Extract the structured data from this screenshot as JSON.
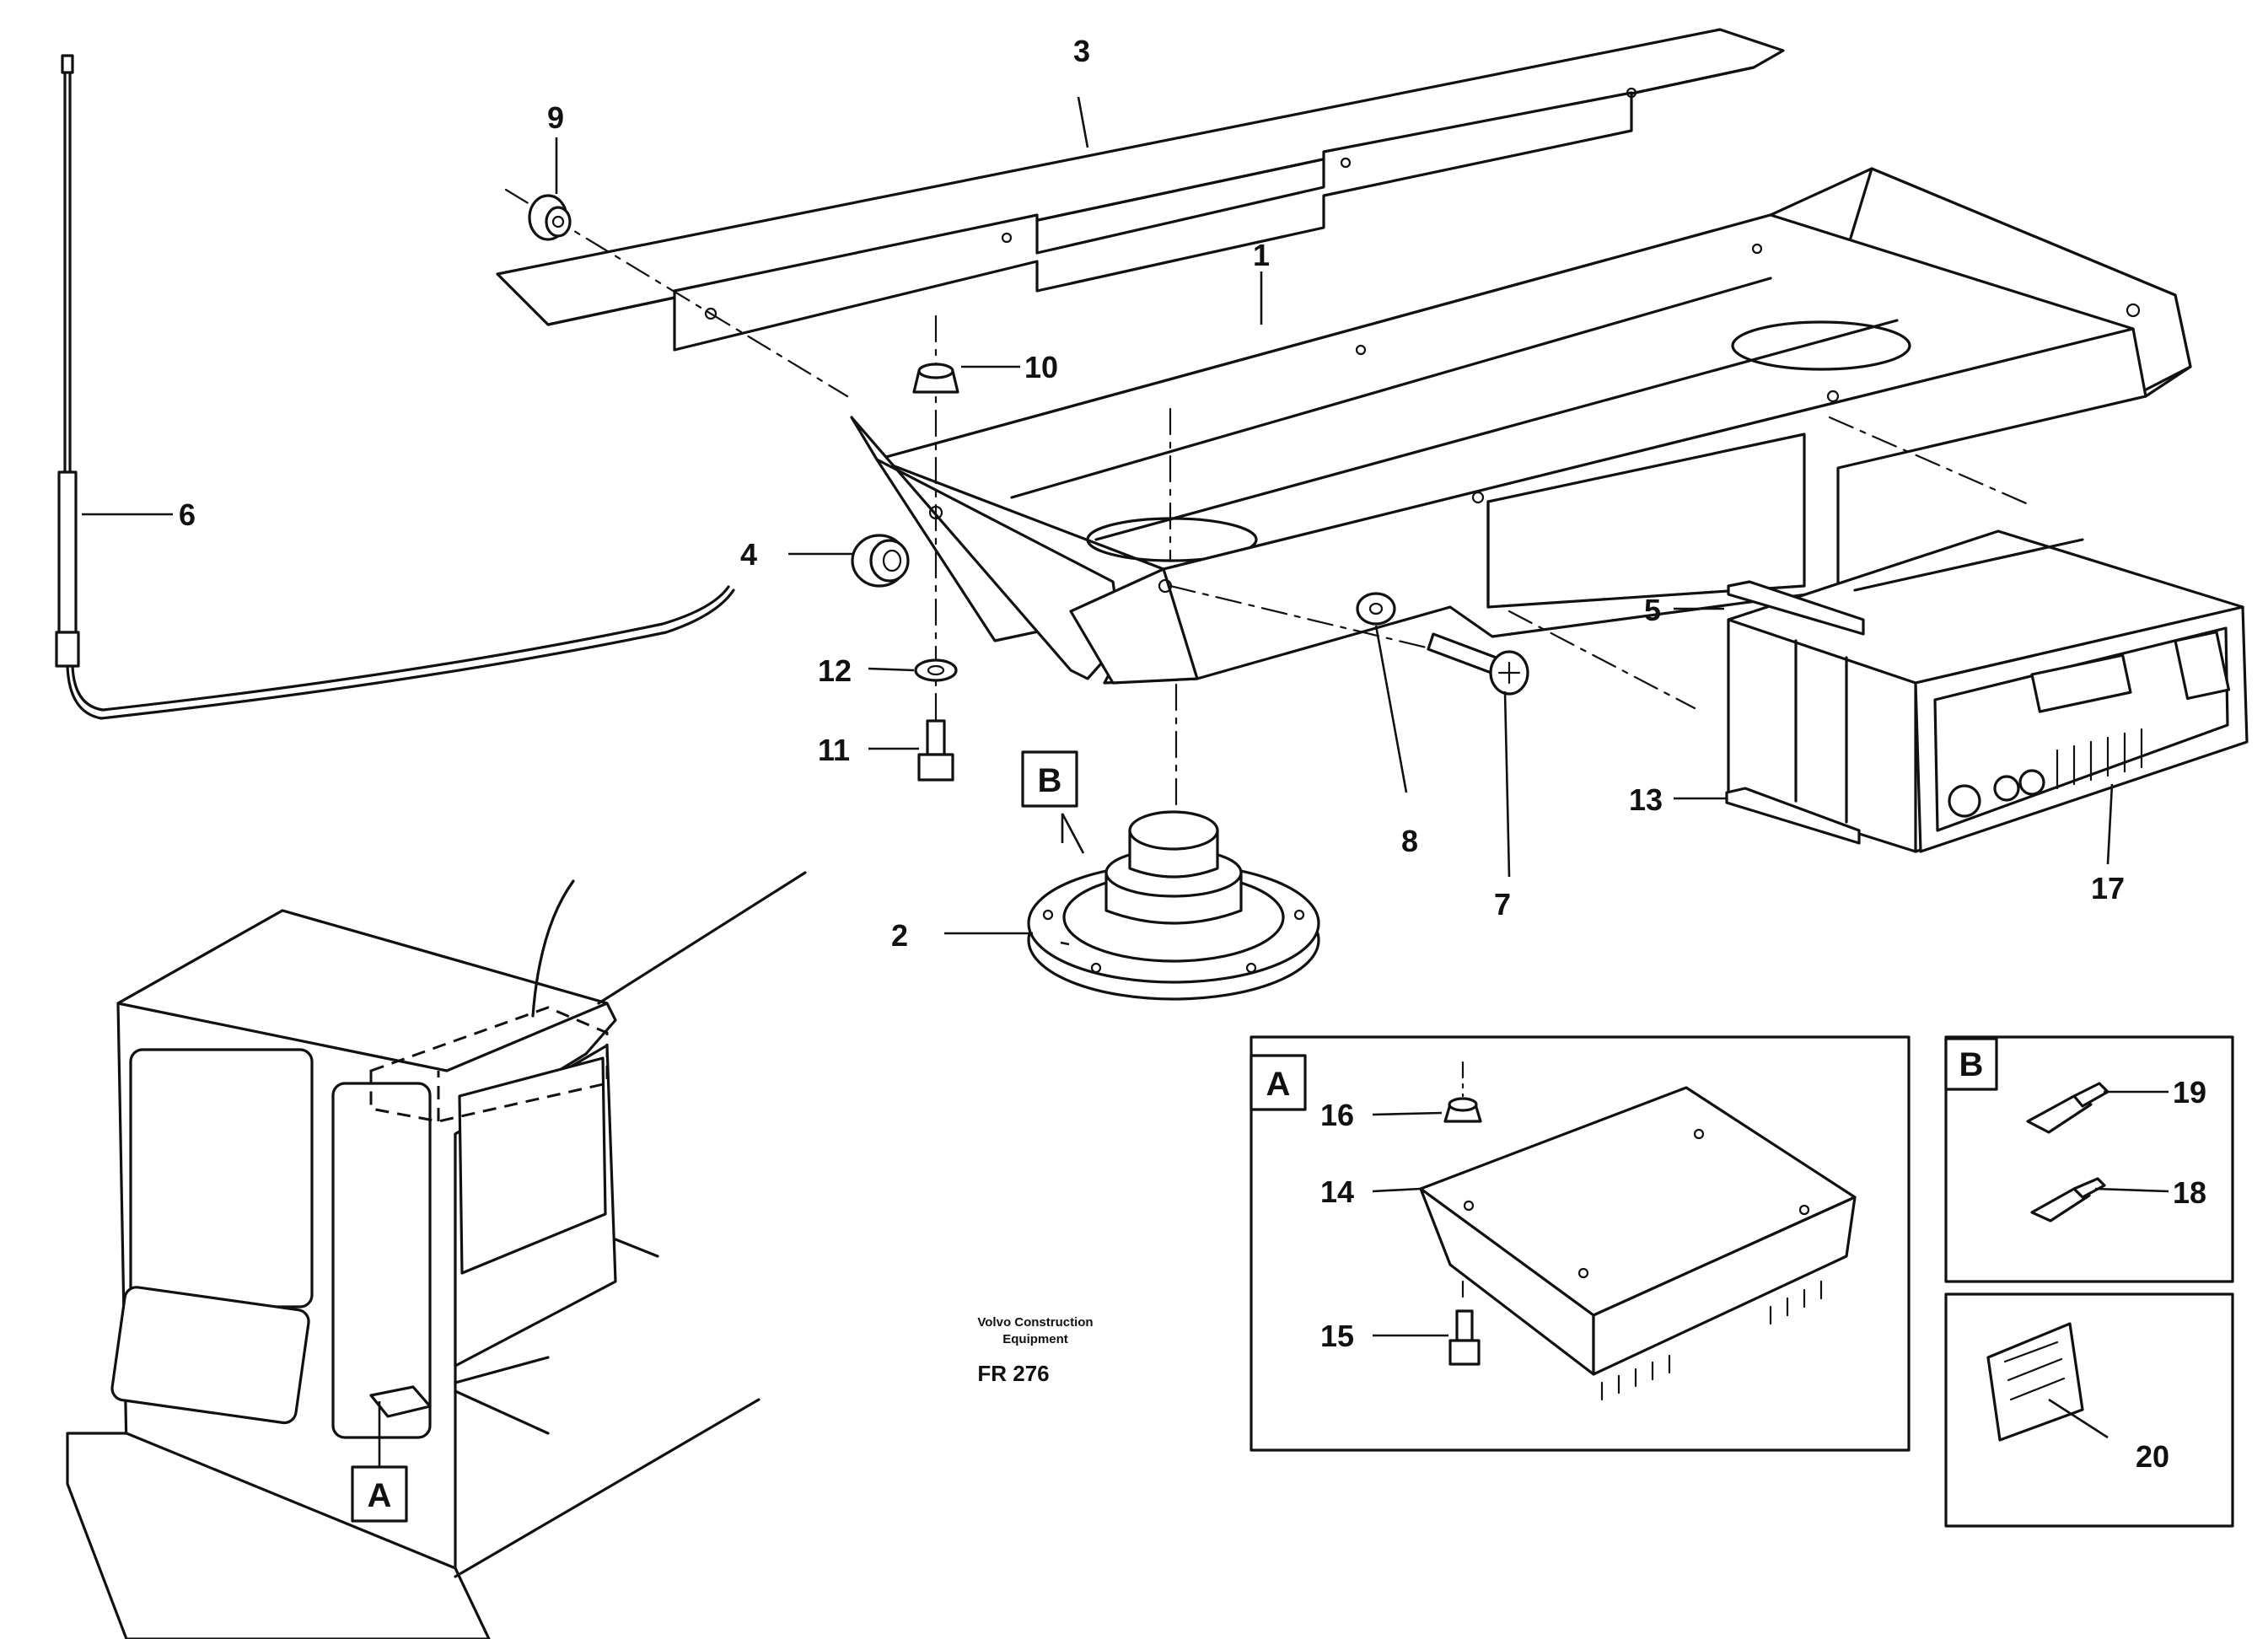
{
  "part_numbers": {
    "p1": "1",
    "p2": "2",
    "p3": "3",
    "p4": "4",
    "p5": "5",
    "p6": "6",
    "p7": "7",
    "p8": "8",
    "p9": "9",
    "p10": "10",
    "p11": "11",
    "p12": "12",
    "p13": "13",
    "p14": "14",
    "p15": "15",
    "p16": "16",
    "p17": "17",
    "p18": "18",
    "p19": "19",
    "p20": "20"
  },
  "detail_labels": {
    "A": "A",
    "B": "B"
  },
  "credit": {
    "line1": "Volvo Construction",
    "line2": "Equipment",
    "code": "FR 276"
  }
}
